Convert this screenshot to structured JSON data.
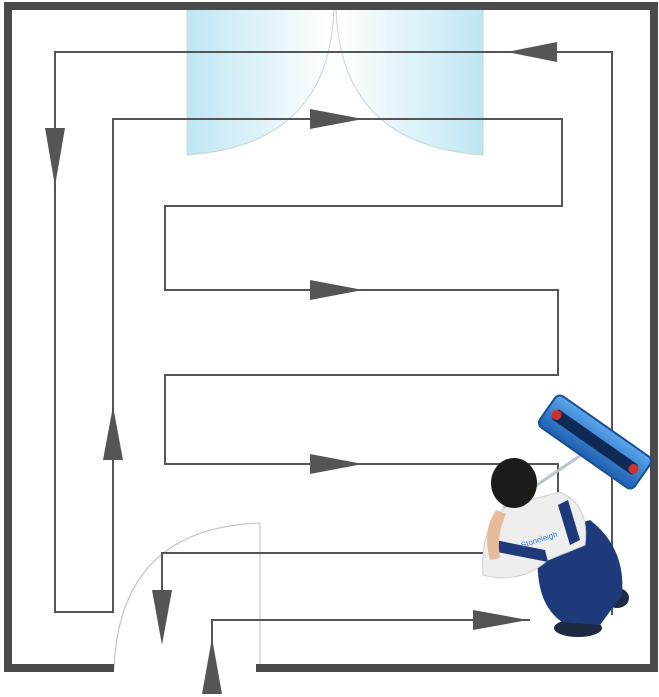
{
  "diagram": {
    "type": "floor-cleaning-route",
    "elements": {
      "room": "room-walls",
      "entrance": "double-glass-door",
      "exit": "single-door",
      "route": "serpentine-cleaning-path",
      "figure": "cleaner-with-mop"
    },
    "colors": {
      "walls": "#4a4a4a",
      "route": "#555555",
      "glass_door": "#bfe6f4",
      "mop_head": "#2f7fd2",
      "mop_accent": "#d0312d",
      "overalls": "#1e3a7a",
      "shirt": "#eeeeee",
      "hair": "#1b1b1b"
    },
    "arrow_directions": [
      "left",
      "down",
      "right",
      "right",
      "right",
      "up",
      "down",
      "up",
      "right"
    ],
    "logo_text": "Stoneleigh"
  }
}
